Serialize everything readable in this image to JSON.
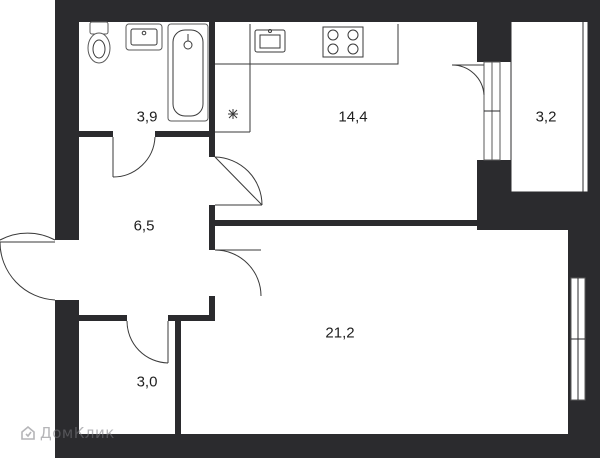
{
  "rooms": [
    {
      "id": "bathroom",
      "area": "3,9"
    },
    {
      "id": "kitchen-living",
      "area": "14,4"
    },
    {
      "id": "balcony",
      "area": "3,2"
    },
    {
      "id": "hallway",
      "area": "6,5"
    },
    {
      "id": "bedroom",
      "area": "21,2"
    },
    {
      "id": "storage",
      "area": "3,0"
    }
  ],
  "watermark": {
    "text": "ДомКлик"
  },
  "colors": {
    "wall": "#2b2b2e",
    "background": "#ffffff",
    "watermark": "#8a8a90"
  }
}
